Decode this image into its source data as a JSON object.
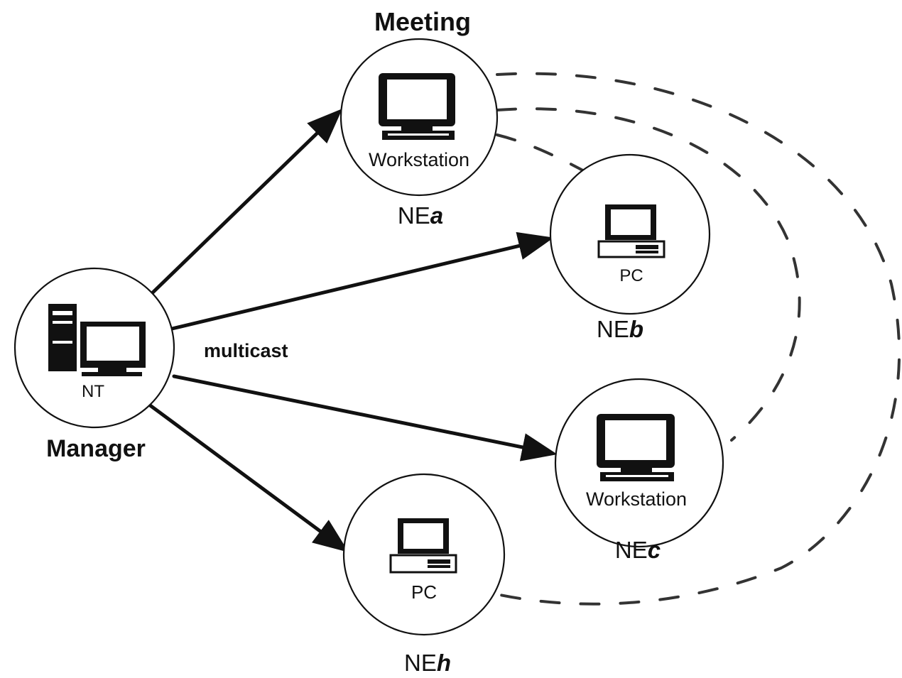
{
  "diagram": {
    "title": "Meeting",
    "edge_label": "multicast",
    "manager": {
      "device": "NT",
      "role": "Manager"
    },
    "nodes": [
      {
        "id": "a",
        "device": "Workstation",
        "prefix": "NE",
        "suffix": "a"
      },
      {
        "id": "b",
        "device": "PC",
        "prefix": "NE",
        "suffix": "b"
      },
      {
        "id": "c",
        "device": "Workstation",
        "prefix": "NE",
        "suffix": "c"
      },
      {
        "id": "h",
        "device": "PC",
        "prefix": "NE",
        "suffix": "h"
      }
    ],
    "edges": [
      {
        "from": "manager",
        "to": "a"
      },
      {
        "from": "manager",
        "to": "b"
      },
      {
        "from": "manager",
        "to": "c"
      },
      {
        "from": "manager",
        "to": "h"
      }
    ],
    "meeting_links": [
      {
        "from": "a",
        "to": "b"
      },
      {
        "from": "a",
        "to": "c"
      },
      {
        "from": "a",
        "to": "h"
      }
    ],
    "colors": {
      "ink": "#111111",
      "dash": "#333333",
      "background": "#ffffff"
    }
  }
}
